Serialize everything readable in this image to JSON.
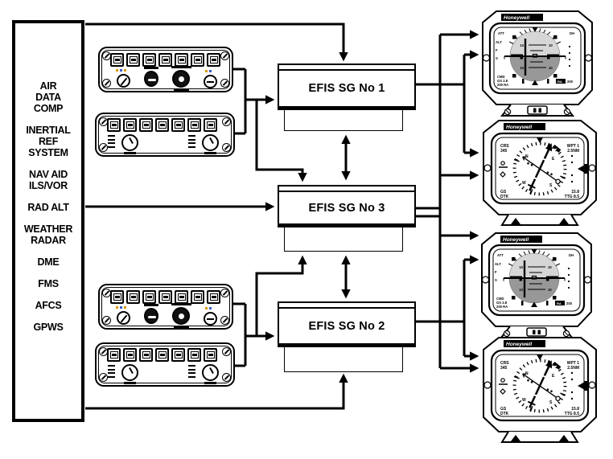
{
  "sources": {
    "groups": [
      {
        "lines": [
          "AIR",
          "DATA",
          "COMP"
        ]
      },
      {
        "lines": [
          "INERTIAL",
          "REF",
          "SYSTEM"
        ]
      },
      {
        "lines": [
          "NAV AID",
          "ILS/VOR"
        ]
      },
      {
        "lines": [
          "RAD ALT"
        ]
      },
      {
        "lines": [
          "WEATHER",
          "RADAR"
        ]
      },
      {
        "lines": [
          "DME"
        ]
      },
      {
        "lines": [
          "FMS"
        ]
      },
      {
        "lines": [
          "AFCS"
        ]
      },
      {
        "lines": [
          "GPWS"
        ]
      }
    ]
  },
  "symbol_generators": [
    {
      "label": "EFIS SG No 1"
    },
    {
      "label": "EFIS SG No 3"
    },
    {
      "label": "EFIS SG No 2"
    }
  ],
  "control_panels": {
    "type_a_button_count": 7,
    "type_a_knob_count": 4,
    "type_b_button_count": 7,
    "type_b_knob_count": 2
  },
  "displays": {
    "brand_label": "Honeywell",
    "eadi": {
      "top_left": "ATT",
      "top_right": "DH",
      "left_labels": [
        "ALT",
        "F",
        "S"
      ],
      "pitch_label": "10",
      "bottom_left_labels": [
        "CMD",
        "GS 2.8",
        "200 RA"
      ],
      "ra_box": "RA",
      "ra_value": "200"
    },
    "ehsi": {
      "top_left": [
        "CRS",
        "345"
      ],
      "top_right": [
        "WPT 1",
        "2.5NM"
      ],
      "bottom_left": [
        "GS",
        "DTK"
      ],
      "bottom_right": [
        "15.8",
        "TTG 8.5"
      ],
      "letters": [
        "N",
        "E",
        "S",
        "W"
      ]
    }
  },
  "colors": {
    "line": "#000000",
    "sky": "#d6d6d6",
    "ground": "#989898",
    "accent_orange": "#dd9900",
    "accent_blue": "#3a5fc8"
  }
}
